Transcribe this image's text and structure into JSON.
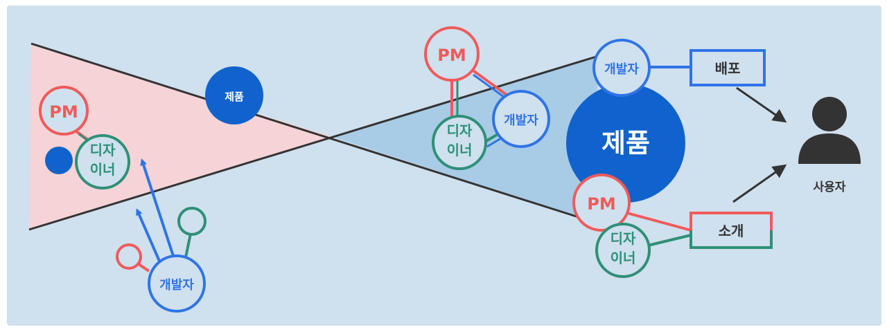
{
  "labels": {
    "pm": "PM",
    "designer_line1": "디자",
    "designer_line2": "이너",
    "developer": "개발자",
    "product": "제품",
    "deploy": "배포",
    "introduce": "소개",
    "user": "사용자"
  },
  "colors": {
    "background": "#cfe0ee",
    "pm_red": "#f05a5a",
    "designer_green": "#2e9077",
    "developer_blue": "#2f74e6",
    "product_navy": "#1063cc",
    "left_wedge": "#f5d3d6",
    "right_wedge": "#a8cbe6",
    "line_dark": "#333333",
    "user_icon": "#333333"
  }
}
